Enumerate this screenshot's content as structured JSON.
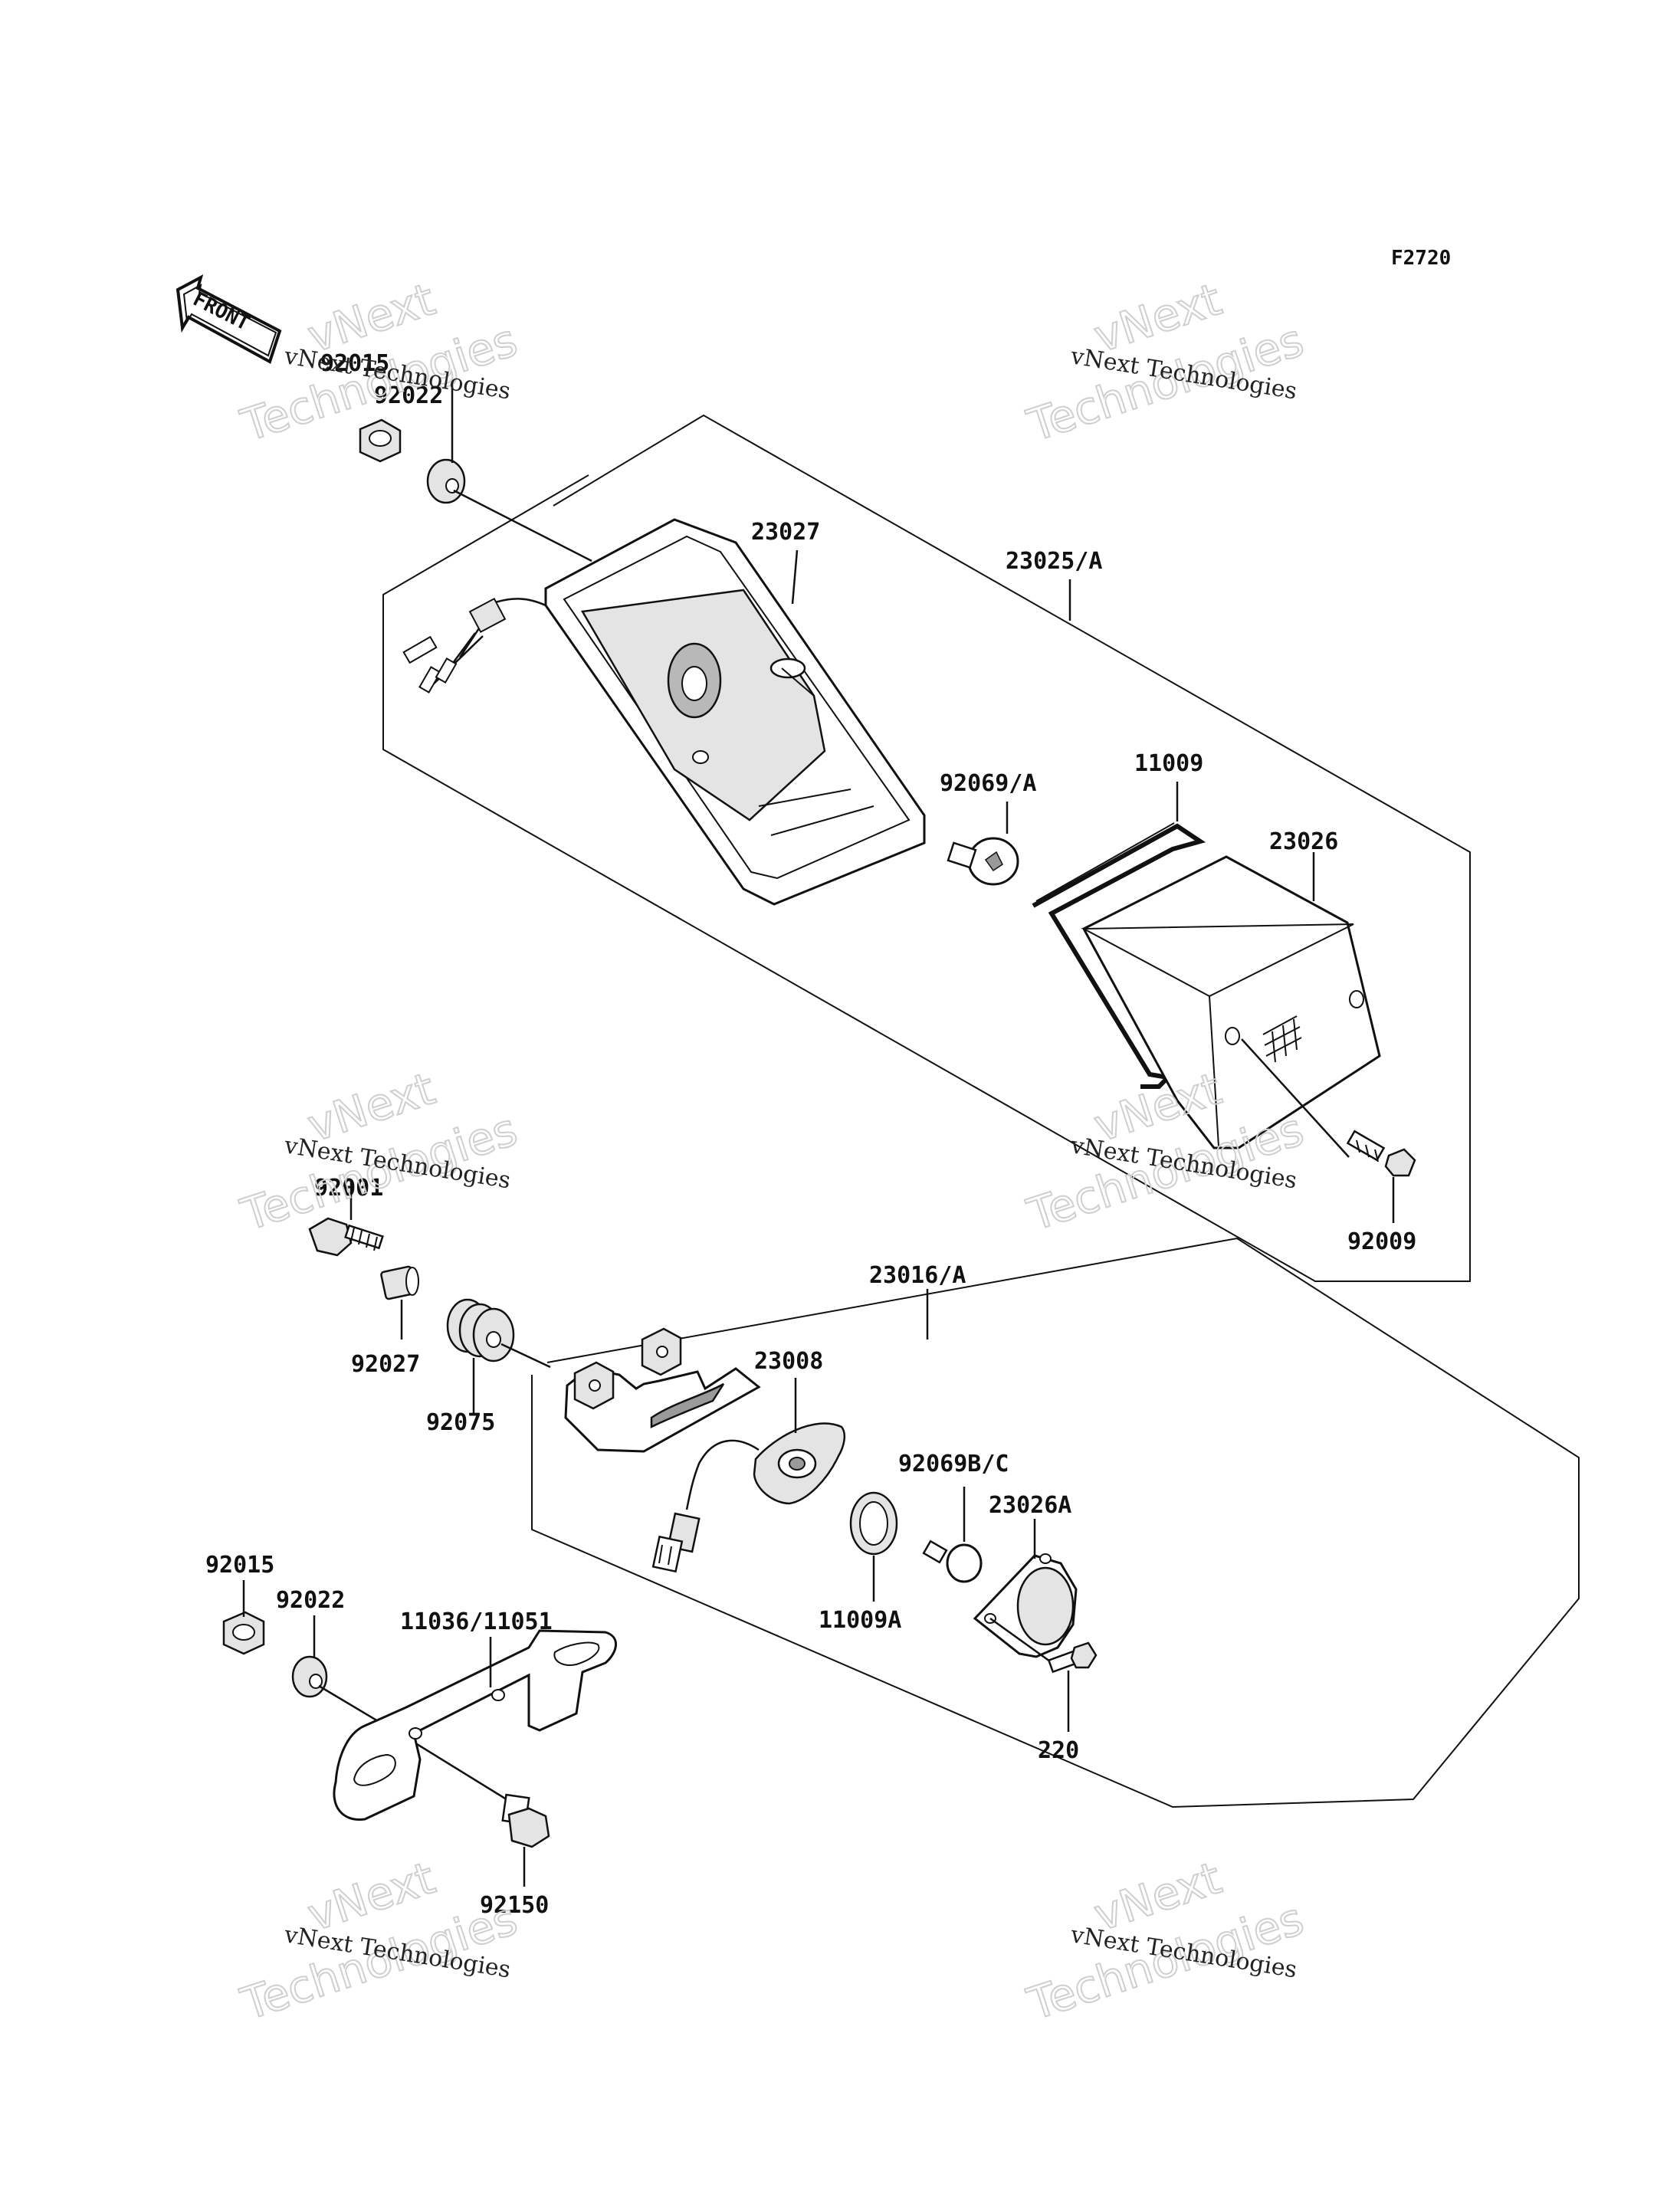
{
  "figure_code": "F2720",
  "front_arrow": {
    "label": "FRONT"
  },
  "watermark": {
    "line1": "vNext Technologies",
    "line2": "vNext",
    "line3": "Technologies"
  },
  "parts": {
    "p92015_top": "92015",
    "p92022_top": "92022",
    "p23027": "23027",
    "p23025A": "23025/A",
    "p92069A": "92069/A",
    "p11009": "11009",
    "p23026": "23026",
    "p92009": "92009",
    "p92001": "92001",
    "p92027": "92027",
    "p92075": "92075",
    "p23016A": "23016/A",
    "p23008": "23008",
    "p92069BC": "92069B/C",
    "p23026A": "23026A",
    "p11009A": "11009A",
    "p220": "220",
    "p92015_bot": "92015",
    "p92022_bot": "92022",
    "p11036": "11036/11051",
    "p92150": "92150"
  }
}
